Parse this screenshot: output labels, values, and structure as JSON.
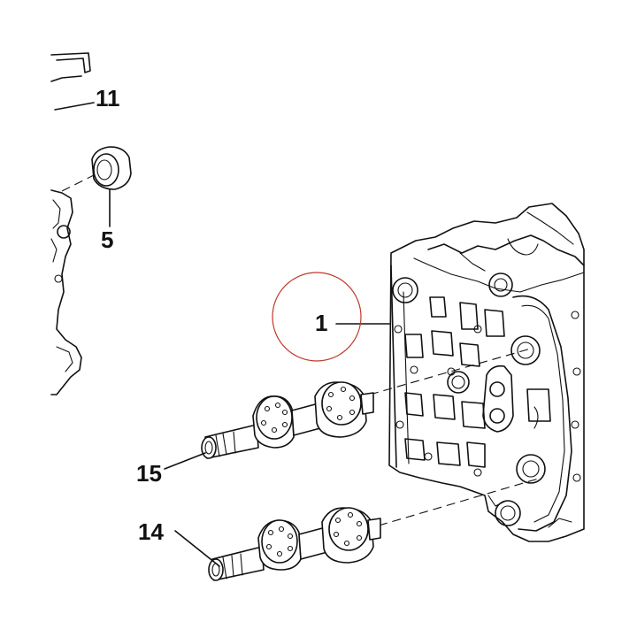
{
  "callouts": {
    "part_11": "11",
    "part_5": "5",
    "part_1": "1",
    "part_15": "15",
    "part_14": "14"
  },
  "colors": {
    "line": "#111111",
    "highlight_circle": "#c0392b",
    "background": "#ffffff"
  }
}
